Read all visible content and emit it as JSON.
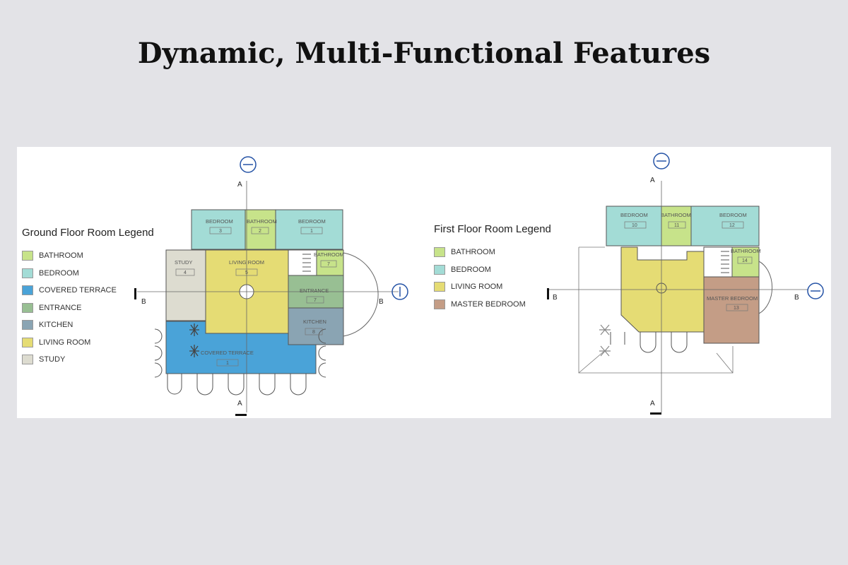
{
  "title": "Dynamic, Multi-Functional Features",
  "colors": {
    "bathroom": "#c7e38a",
    "bedroom": "#a3dcd6",
    "covered_terrace": "#4aa3d8",
    "entrance": "#98bf93",
    "kitchen": "#8aa4b3",
    "living_room": "#e5dc74",
    "study": "#dddcd0",
    "master_bedroom": "#c49d86"
  },
  "ground_floor": {
    "legend_title": "Ground Floor Room Legend",
    "legend": [
      {
        "label": "BATHROOM",
        "color": "#c7e38a"
      },
      {
        "label": "BEDROOM",
        "color": "#a3dcd6"
      },
      {
        "label": "COVERED TERRACE",
        "color": "#4aa3d8"
      },
      {
        "label": "ENTRANCE",
        "color": "#98bf93"
      },
      {
        "label": "KITCHEN",
        "color": "#8aa4b3"
      },
      {
        "label": "LIVING ROOM",
        "color": "#e5dc74"
      },
      {
        "label": "STUDY",
        "color": "#dddcd0"
      }
    ],
    "rooms": {
      "bedroom_3": {
        "name": "BEDROOM",
        "number": "3"
      },
      "bathroom_2": {
        "name": "BATHROOM",
        "number": "2"
      },
      "bedroom_1": {
        "name": "BEDROOM",
        "number": "1"
      },
      "study": {
        "name": "STUDY",
        "number": "4"
      },
      "living": {
        "name": "LIVING ROOM",
        "number": "5"
      },
      "bath_7": {
        "name": "BATHROOM",
        "number": "7"
      },
      "entrance": {
        "name": "ENTRANCE",
        "number": "7"
      },
      "kitchen": {
        "name": "KITCHEN",
        "number": "8"
      },
      "terrace": {
        "name": "COVERED TERRACE",
        "number": "1"
      }
    },
    "section_a": "A",
    "section_b": "B"
  },
  "first_floor": {
    "legend_title": "First Floor Room Legend",
    "legend": [
      {
        "label": "BATHROOM",
        "color": "#c7e38a"
      },
      {
        "label": "BEDROOM",
        "color": "#a3dcd6"
      },
      {
        "label": "LIVING ROOM",
        "color": "#e5dc74"
      },
      {
        "label": "MASTER BEDROOM",
        "color": "#c49d86"
      }
    ],
    "rooms": {
      "bedroom_10": {
        "name": "BEDROOM",
        "number": "10"
      },
      "bathroom_11": {
        "name": "BATHROOM",
        "number": "11"
      },
      "bedroom_12": {
        "name": "BEDROOM",
        "number": "12"
      },
      "bathroom_14": {
        "name": "BATHROOM",
        "number": "14"
      },
      "master": {
        "name": "MASTER BEDROOM",
        "number": "13"
      }
    },
    "section_a": "A",
    "section_b": "B"
  }
}
